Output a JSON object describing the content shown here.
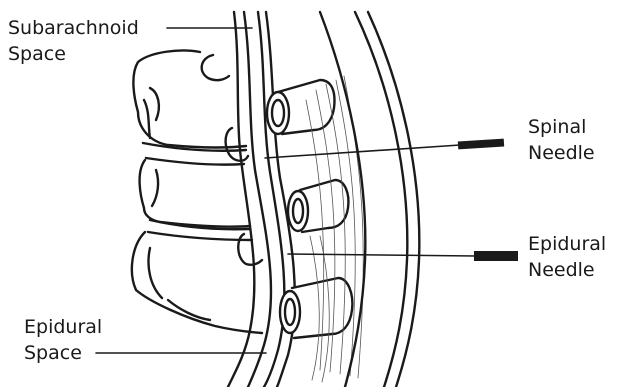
{
  "labels": {
    "subarachnoid": {
      "line1": "Subarachnoid",
      "line2": "Space"
    },
    "spinal_needle": {
      "line1": "Spinal",
      "line2": "Needle"
    },
    "epidural_needle": {
      "line1": "Epidural",
      "line2": "Needle"
    },
    "epidural_space": {
      "line1": "Epidural",
      "line2": "Space"
    }
  },
  "colors": {
    "ink": "#1a1a1a",
    "paper": "#ffffff"
  }
}
